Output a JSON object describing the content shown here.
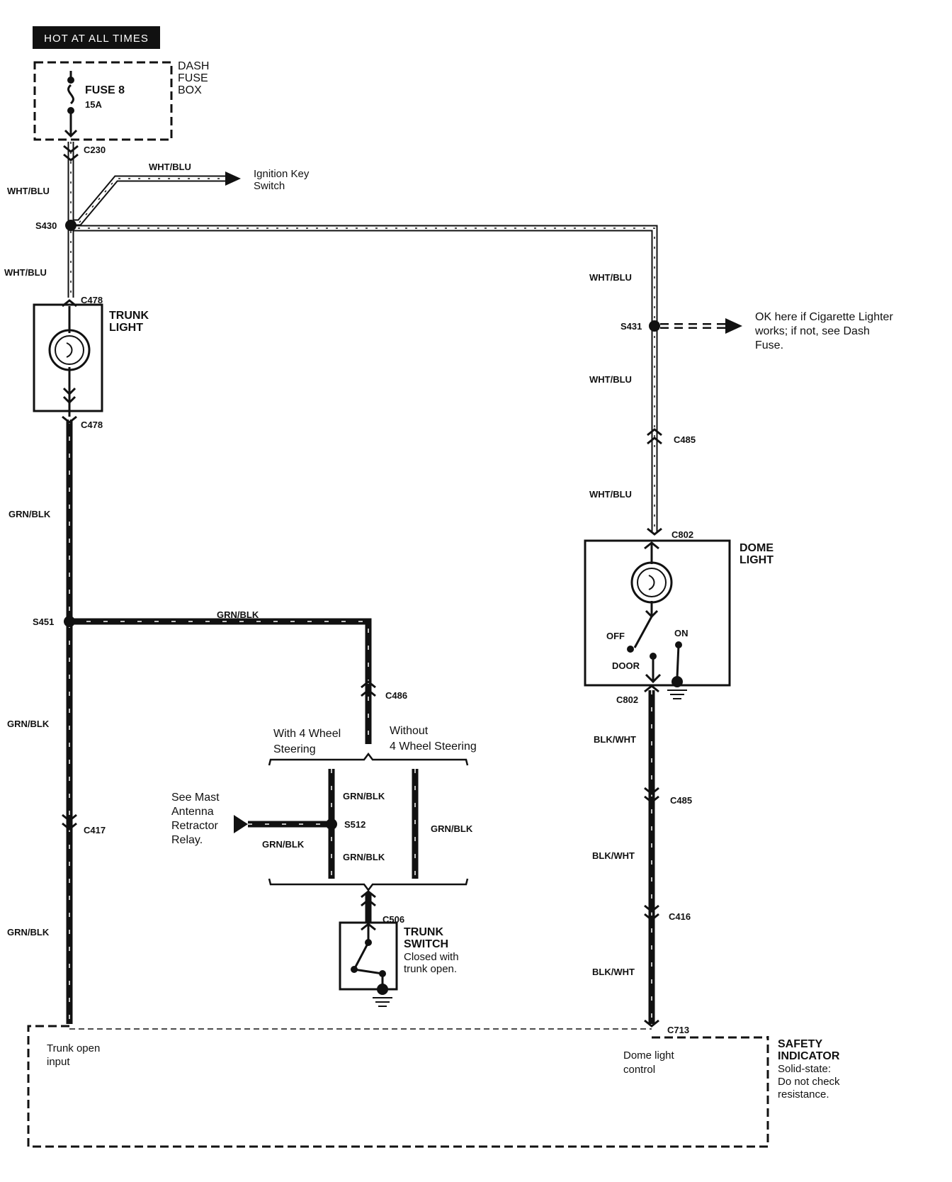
{
  "header": {
    "hot_label": "HOT AT ALL TIMES"
  },
  "fuse_box": {
    "title_lines": [
      "DASH",
      "FUSE",
      "BOX"
    ],
    "fuse_name": "FUSE 8",
    "fuse_rating": "15A"
  },
  "connectors": {
    "c230": "C230",
    "c478a": "C478",
    "c478b": "C478",
    "c417": "C417",
    "c485a": "C485",
    "c802a": "C802",
    "c802b": "C802",
    "c485b": "C485",
    "c416": "C416",
    "c713": "C713",
    "c486": "C486",
    "c506": "C506"
  },
  "splices": {
    "s430": "S430",
    "s431": "S431",
    "s451": "S451",
    "s512": "S512"
  },
  "wires": {
    "wb_1": "WHT/BLU",
    "wb_2": "WHT/BLU",
    "wb_3": "WHT/BLU",
    "wb_4": "WHT/BLU",
    "wb_5": "WHT/BLU",
    "wb_6": "WHT/BLU",
    "gb_1": "GRN/BLK",
    "gb_2": "GRN/BLK",
    "gb_3": "GRN/BLK",
    "gb_4": "GRN/BLK",
    "gb_5": "GRN/BLK",
    "gb_6": "GRN/BLK",
    "gb_7": "GRN/BLK",
    "gb_8": "GRN/BLK",
    "bw_1": "BLK/WHT",
    "bw_2": "BLK/WHT",
    "bw_3": "BLK/WHT"
  },
  "notes": {
    "ignition_lines": [
      "Ignition Key",
      "Switch"
    ],
    "cig_lines": [
      "OK here if Cigarette Lighter",
      "works; if not, see Dash",
      "Fuse."
    ],
    "with4_lines": [
      "With 4 Wheel",
      "Steering"
    ],
    "without4_lines": [
      "Without",
      "4 Wheel Steering"
    ],
    "mast_lines": [
      "See Mast",
      "Antenna",
      "Retractor",
      "Relay."
    ]
  },
  "components": {
    "trunk_light_lines": [
      "TRUNK",
      "LIGHT"
    ],
    "dome_light_lines": [
      "DOME",
      "LIGHT"
    ],
    "dome_off": "OFF",
    "dome_on": "ON",
    "dome_door": "DOOR",
    "trunk_switch_lines": [
      "TRUNK",
      "SWITCH"
    ],
    "trunk_switch_note_lines": [
      "Closed with",
      "trunk open."
    ]
  },
  "safety_indicator": {
    "title_lines": [
      "SAFETY",
      "INDICATOR"
    ],
    "note_lines": [
      "Solid-state:",
      "Do not check",
      "resistance."
    ],
    "trunk_input_lines": [
      "Trunk open",
      "input"
    ],
    "dome_control_lines": [
      "Dome light",
      "control"
    ]
  }
}
